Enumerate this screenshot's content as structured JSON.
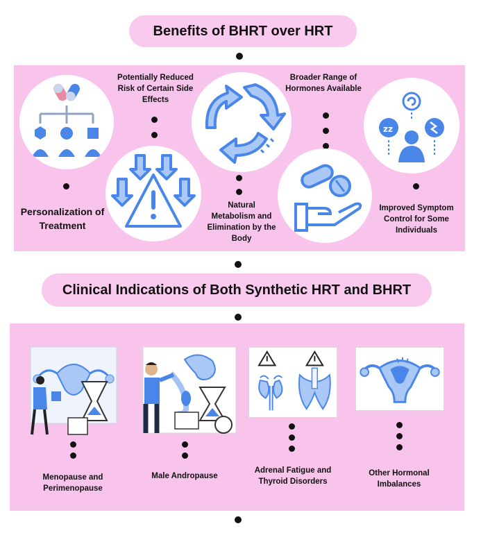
{
  "section1": {
    "title": "Benefits of BHRT over HRT",
    "items": [
      {
        "label": "Personalization of Treatment"
      },
      {
        "label": "Potentially Reduced Risk of Certain Side Effects"
      },
      {
        "label": "Natural Metabolism and Elimination by the Body"
      },
      {
        "label": "Broader Range of Hormones Available"
      },
      {
        "label": "Improved Symptom Control for Some Individuals"
      }
    ],
    "icons": [
      "pill-hierarchy-icon",
      "warning-arrows-icon",
      "recycle-arrows-icon",
      "pills-hand-icon",
      "symptom-control-icon"
    ]
  },
  "section2": {
    "title": "Clinical Indications of Both Synthetic HRT and BHRT",
    "items": [
      {
        "label": "Menopause and Perimenopause"
      },
      {
        "label": "Male Andropause"
      },
      {
        "label": "Adrenal Fatigue and Thyroid Disorders"
      },
      {
        "label": "Other Hormonal Imbalances"
      }
    ],
    "icons": [
      "menopause-illustration-icon",
      "andropause-illustration-icon",
      "adrenal-thyroid-icon",
      "uterus-icon"
    ]
  },
  "colors": {
    "pink": "#f8c4ec",
    "blue": "#4a86e8",
    "light_blue": "#a9c8f5",
    "dot": "#111111"
  }
}
